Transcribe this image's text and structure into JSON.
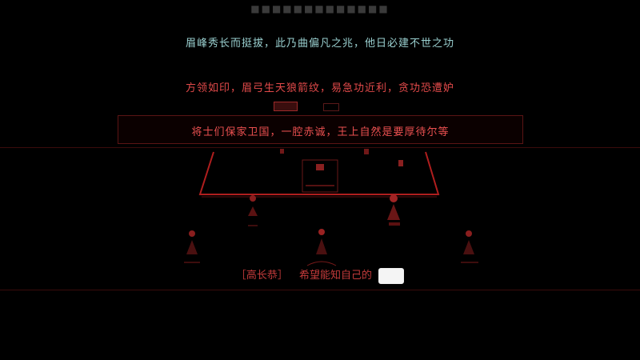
{
  "dialogue": {
    "line_cyan": "眉峰秀长而挺拔，此乃曲偏凡之兆，他日必建不世之功",
    "line_red": "方领如印，眉弓生天狼箭纹，易急功近利，贪功恐遭妒",
    "main_line": "将士们保家卫国，一腔赤诚，王上自然是要厚待尔等",
    "bottom_speaker": "［高长恭］",
    "bottom_line": "希望能知自己的"
  },
  "colors": {
    "accent_red": "#e24a4a",
    "cyan_text": "#9ad0d0",
    "frame_red": "#b01e1e"
  },
  "figures": [
    "general-left-front",
    "general-right-front",
    "figure-left-mid",
    "figure-right-mid",
    "figure-left-outer",
    "figure-right-outer",
    "figure-center-front"
  ]
}
